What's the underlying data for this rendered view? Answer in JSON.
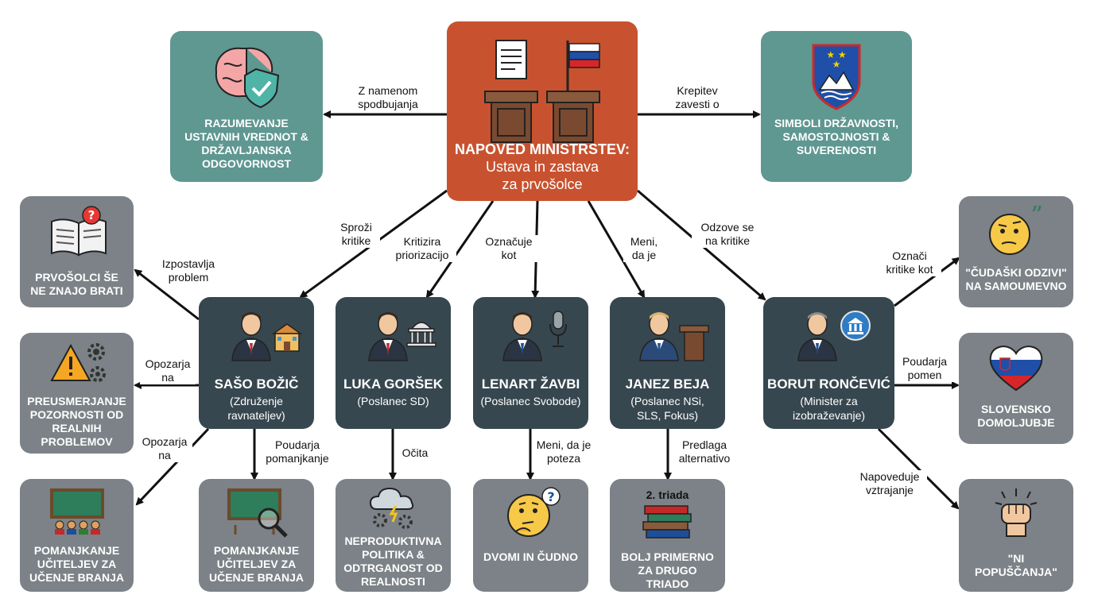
{
  "center": {
    "title": "NAPOVED MINISTRSTEV:",
    "subtitle_line1": "Ustava in zastava",
    "subtitle_line2": "za prvošolce"
  },
  "top_left": {
    "label": "RAZUMEVANJE USTAVNIH VREDNOT & DRŽAVLJANSKA ODGOVORNOST"
  },
  "top_right": {
    "label": "SIMBOLI DRŽAVNOSTI, SAMOSTOJNOSTI & SUVERENOSTI"
  },
  "people": [
    {
      "name": "SAŠO BOŽIČ",
      "role": "(Združenje ravnateljev)"
    },
    {
      "name": "LUKA GORŠEK",
      "role": "(Poslanec SD)"
    },
    {
      "name": "LENART ŽAVBI",
      "role": "(Poslanec Svobode)"
    },
    {
      "name": "JANEZ BEJA",
      "role": "(Poslanec NSi, SLS, Fokus)"
    },
    {
      "name": "BORUT RONČEVIĆ",
      "role": "(Minister za izobraževanje)"
    }
  ],
  "outcomes": {
    "prvosolci": "PRVOŠOLCI ŠE NE ZNAJO BRATI",
    "preusmerjanje": "PREUSMERJANJE POZORNOSTI OD REALNIH PROBLEMOV",
    "pomanjkanje_1": "POMANJKANJE UČITELJEV ZA UČENJE BRANJA",
    "pomanjkanje_2": "POMANJKANJE UČITELJEV ZA UČENJE BRANJA",
    "neproduktivna": "NEPRODUKTIVNA POLITIKA & ODTRGANOST OD REALNOSTI",
    "dvomi": "DVOMI IN ČUDNO",
    "triada_badge": "2. triada",
    "bolj_primerno": "BOLJ PRIMERNO ZA DRUGO TRIADO",
    "cudaski": "\"ČUDAŠKI ODZIVI\" NA SAMOUMEVNO",
    "domoljubje": "SLOVENSKO DOMOLJUBJE",
    "ni_popuscanja": "\"NI POPUŠČANJA\""
  },
  "edges": {
    "namenom": "Z namenom spodbujanja",
    "krepitev": "Krepitev zavesti o",
    "sprozi": "Sproži kritike",
    "kritizira": "Kritizira priorizacijo",
    "oznacuje": "Označuje kot",
    "meni_da_je": "Meni, da je",
    "odzove": "Odzove se na kritike",
    "izpostavlja": "Izpostavlja problem",
    "opozarja_1": "Opozarja na",
    "opozarja_2": "Opozarja na",
    "poudarja_pom": "Poudarja pomanjkanje",
    "ocita": "Očita",
    "meni_poteza": "Meni, da je poteza",
    "predlaga": "Predlaga alternativo",
    "oznaci": "Označi kritike kot",
    "poudarja_pomen": "Poudarja pomen",
    "napoveduje": "Napoveduje vztrajanje"
  },
  "colors": {
    "teal": "#5f9791",
    "grey": "#7c8287",
    "dark": "#37474f",
    "orange": "#c8522f"
  }
}
